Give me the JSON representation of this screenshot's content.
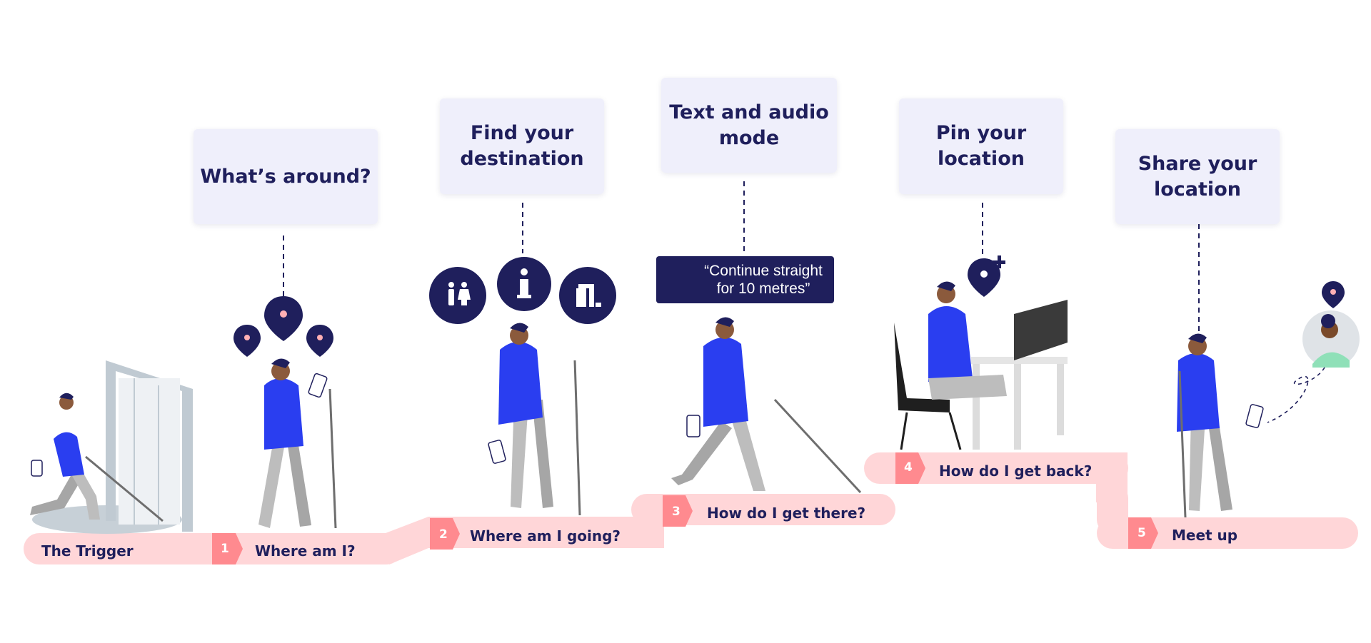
{
  "cards": {
    "whats_around": "What’s around?",
    "find_destination": "Find your\ndestination",
    "text_audio": "Text and audio\nmode",
    "pin_location": "Pin your\nlocation",
    "share_location": "Share your\nlocation"
  },
  "steps": {
    "trigger": {
      "label": "The Trigger"
    },
    "s1": {
      "num": "1",
      "label": "Where am I?"
    },
    "s2": {
      "num": "2",
      "label": "Where am I going?"
    },
    "s3": {
      "num": "3",
      "label": "How do I get there?"
    },
    "s4": {
      "num": "4",
      "label": "How do I get back?"
    },
    "s5": {
      "num": "5",
      "label": "Meet up"
    }
  },
  "audio_prompt": "“Continue straight\nfor 10 metres”",
  "icons": [
    "map-pin-icon",
    "toilets-icon",
    "info-icon",
    "exit-door-icon",
    "speaker-icon",
    "add-pin-icon",
    "hand-path-icon"
  ],
  "colors": {
    "navy": "#1f1f5c",
    "blue": "#2a3ef0",
    "path": "#ffd6d8",
    "badge": "#ff8a8f",
    "card": "#efeffb"
  }
}
